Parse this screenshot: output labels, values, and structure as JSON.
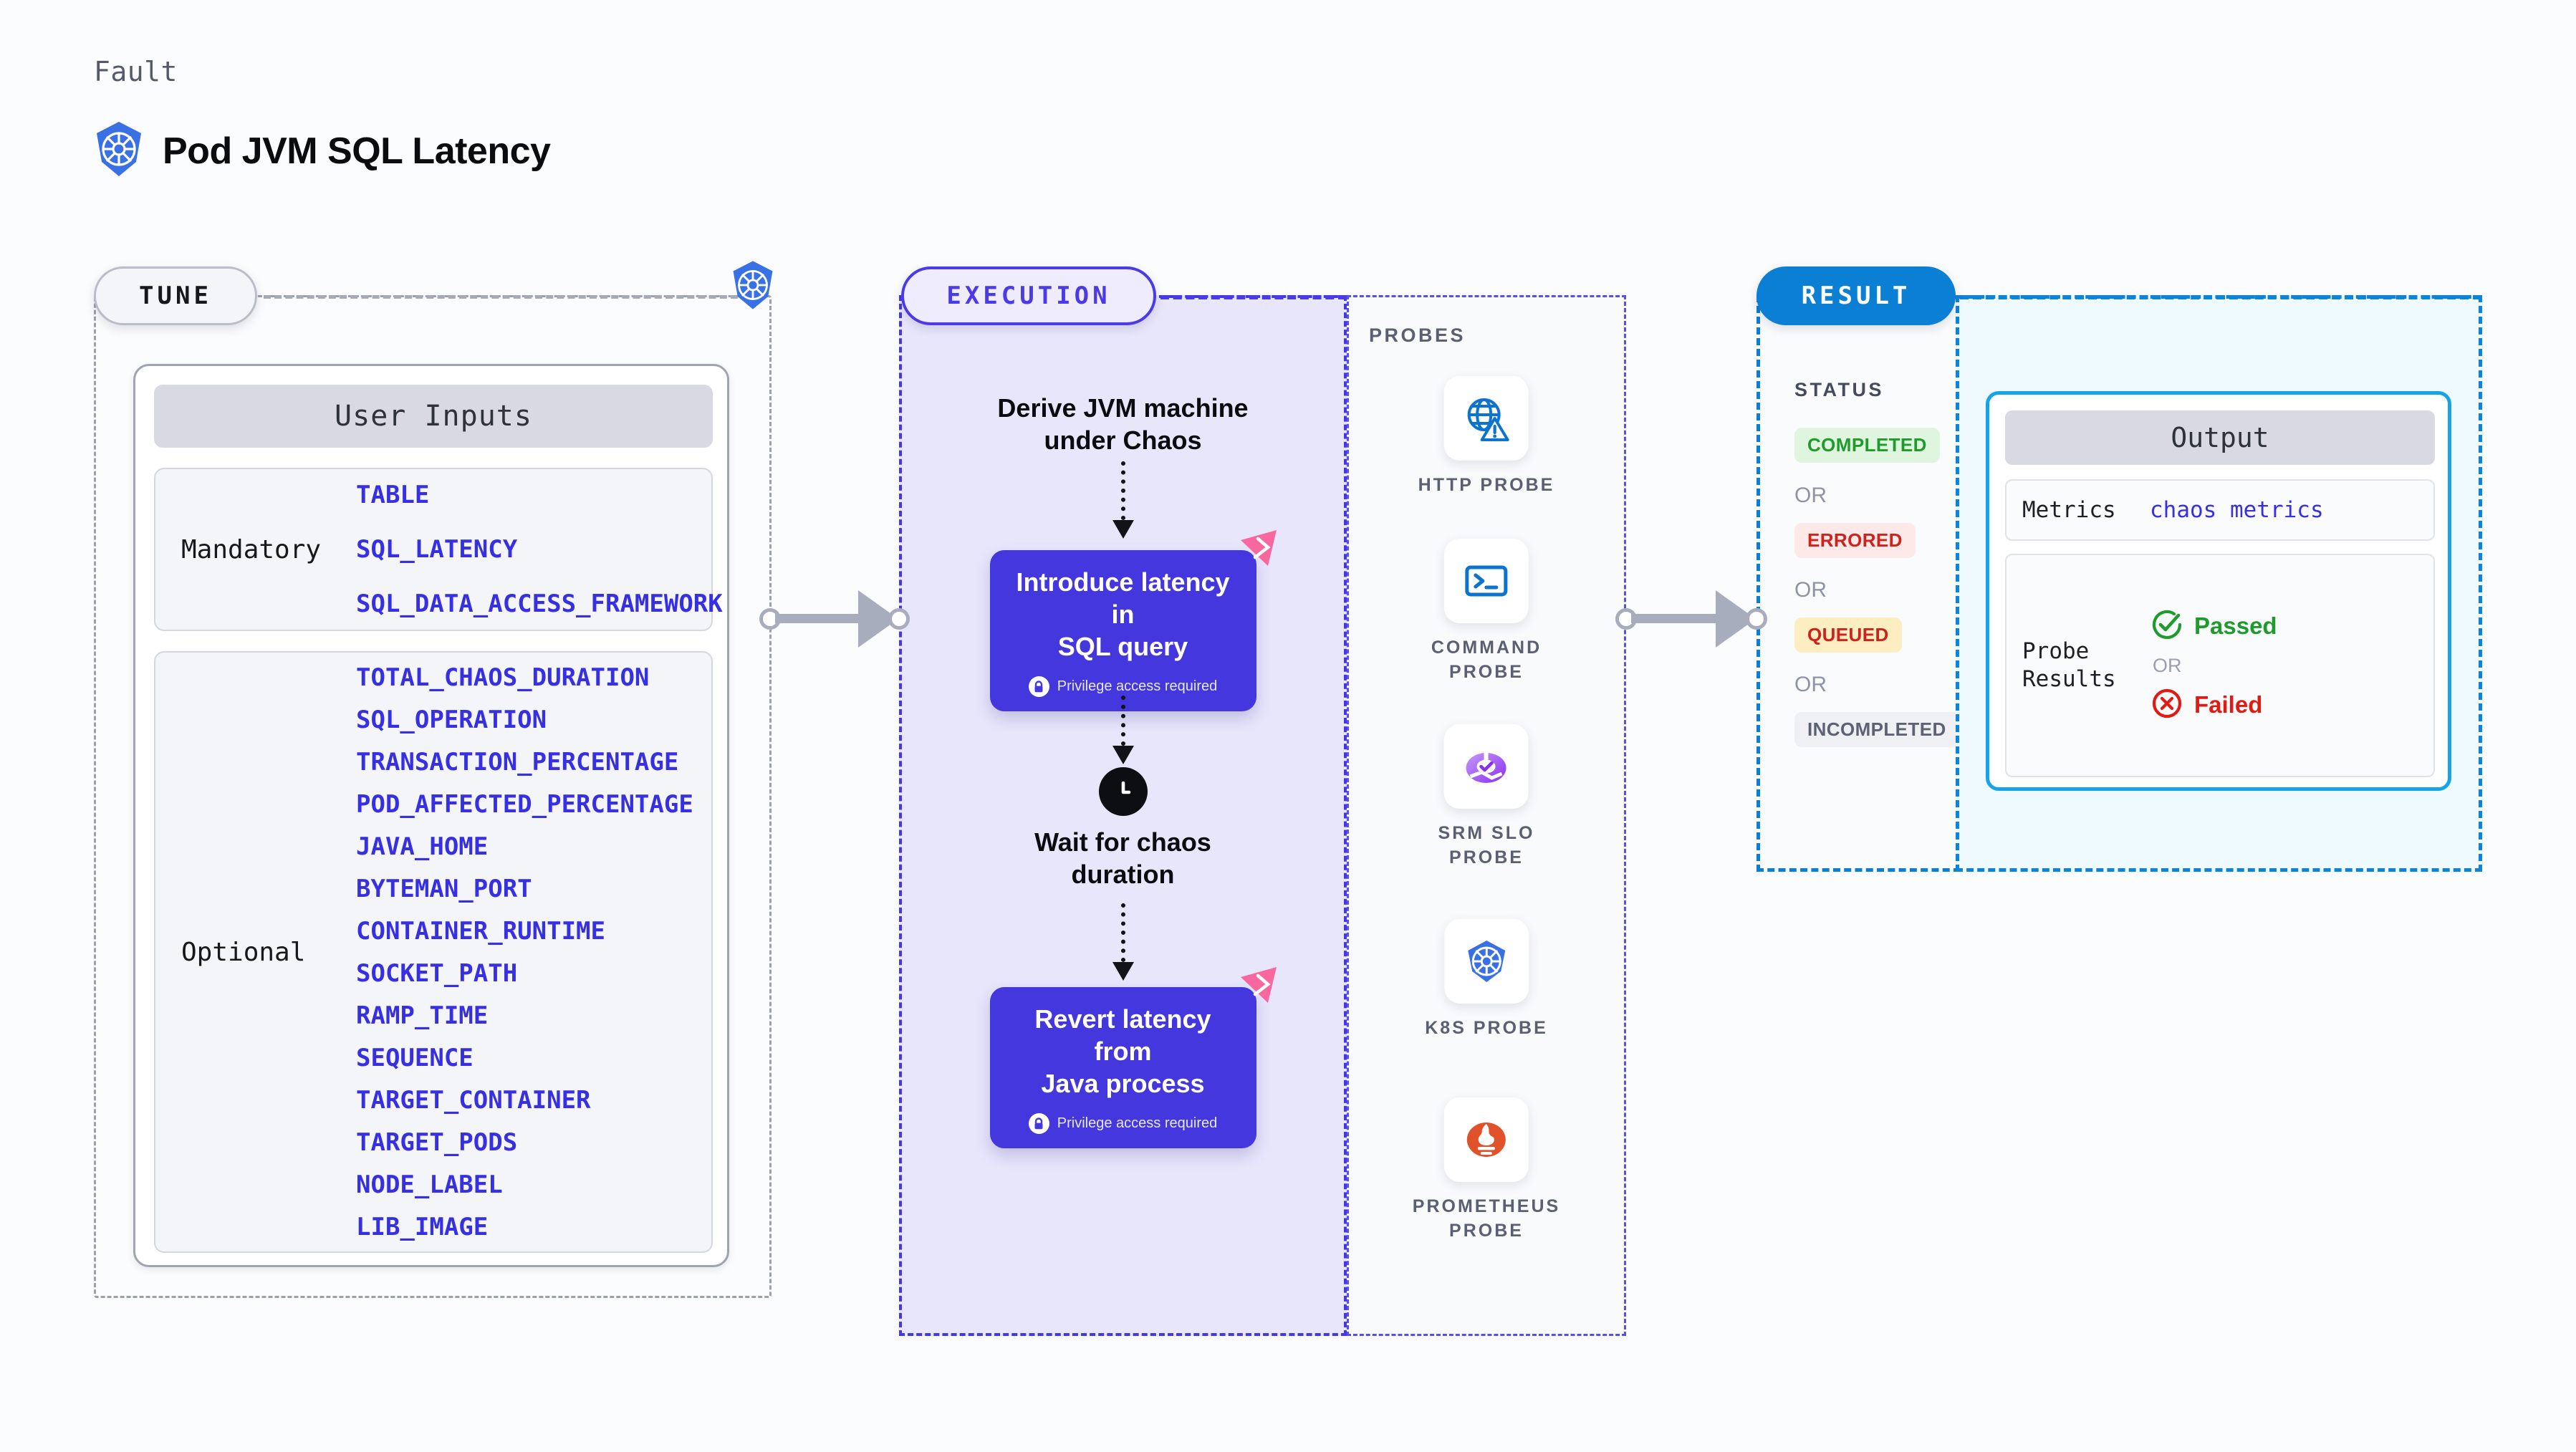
{
  "header": {
    "eyebrow": "Fault",
    "title": "Pod JVM SQL Latency",
    "icon": "kubernetes-icon"
  },
  "colors": {
    "indigo": "#4437dd",
    "indigo_text": "#3730e3",
    "blue": "#0b7fd4",
    "sky": "#16a4e8",
    "pink": "#f9679f",
    "green": "#1f9b2e",
    "red": "#d0211c",
    "amber_bg": "#fdf0cd",
    "grey": "#5a6071"
  },
  "tune": {
    "badge": "TUNE",
    "card_title": "User Inputs",
    "groups": [
      {
        "label": "Mandatory",
        "items": [
          "TABLE",
          "SQL_LATENCY",
          "SQL_DATA_ACCESS_FRAMEWORK"
        ]
      },
      {
        "label": "Optional",
        "items": [
          "TOTAL_CHAOS_DURATION",
          "SQL_OPERATION",
          "TRANSACTION_PERCENTAGE",
          "POD_AFFECTED_PERCENTAGE",
          "JAVA_HOME",
          "BYTEMAN_PORT",
          "CONTAINER_RUNTIME",
          "SOCKET_PATH",
          "RAMP_TIME",
          "SEQUENCE",
          "TARGET_CONTAINER",
          "TARGET_PODS",
          "NODE_LABEL",
          "LIB_IMAGE"
        ]
      }
    ]
  },
  "execution": {
    "badge": "EXECUTION",
    "steps": [
      {
        "type": "text",
        "label": "Derive JVM machine\nunder Chaos"
      },
      {
        "type": "box",
        "label": "Introduce latency in\nSQL query",
        "note": "Privilege access required",
        "note_icon": "lock-icon",
        "tag_icon": "chaos-tag-icon"
      },
      {
        "type": "clock",
        "icon": "clock-icon",
        "label": "Wait for chaos\nduration"
      },
      {
        "type": "box",
        "label": "Revert latency from\nJava process",
        "note": "Privilege access required",
        "note_icon": "lock-icon",
        "tag_icon": "chaos-tag-icon"
      }
    ]
  },
  "probes": {
    "title": "PROBES",
    "items": [
      {
        "label": "HTTP  PROBE",
        "icon": "globe-warning-icon"
      },
      {
        "label": "COMMAND\nPROBE",
        "icon": "terminal-icon"
      },
      {
        "label": "SRM  SLO\nPROBE",
        "icon": "slo-donut-icon"
      },
      {
        "label": "K8S  PROBE",
        "icon": "kubernetes-icon"
      },
      {
        "label": "PROMETHEUS\nPROBE",
        "icon": "prometheus-icon"
      }
    ]
  },
  "result": {
    "badge": "RESULT",
    "status_title": "STATUS",
    "or_label": "OR",
    "statuses": [
      {
        "label": "COMPLETED",
        "bg": "#dff5de",
        "fg": "#1f9b2e"
      },
      {
        "label": "ERRORED",
        "bg": "#fdeae8",
        "fg": "#d0211c"
      },
      {
        "label": "QUEUED",
        "bg": "#fdeec2",
        "fg": "#d0211c"
      },
      {
        "label": "INCOMPLETED",
        "bg": "#eff0f4",
        "fg": "#5c6274"
      }
    ]
  },
  "output": {
    "card_title": "Output",
    "rows": [
      {
        "key": "Metrics",
        "value": "chaos metrics"
      },
      {
        "key": "Probe\nResults",
        "passed": "Passed",
        "or": "OR",
        "failed": "Failed"
      }
    ]
  }
}
